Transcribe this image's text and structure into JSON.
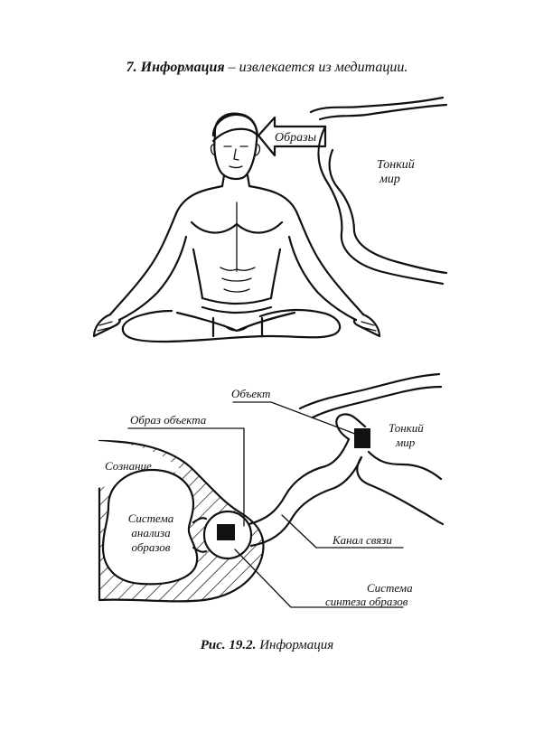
{
  "heading": {
    "number": "7.",
    "term": "Информация",
    "rest": "– извлекается из медитации."
  },
  "top_figure": {
    "arrow_label": "Образы",
    "subtle_world_line1": "Тонкий",
    "subtle_world_line2": "мир"
  },
  "bottom_figure": {
    "object": "Объект",
    "object_image": "Образ объекта",
    "consciousness": "Сознание",
    "analysis_line1": "Система",
    "analysis_line2": "анализа",
    "analysis_line3": "образов",
    "subtle_world_line1": "Тонкий",
    "subtle_world_line2": "мир",
    "channel": "Канал связи",
    "synthesis_line1": "Система",
    "synthesis_line2": "синтеза образов"
  },
  "caption": {
    "label": "Рис. 19.2.",
    "title": "Информация"
  }
}
